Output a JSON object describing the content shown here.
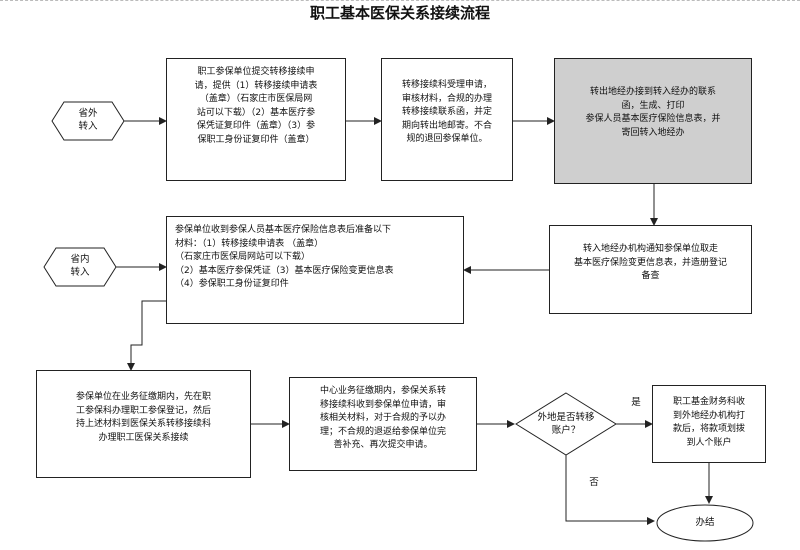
{
  "title": "职工基本医保关系接续流程",
  "nodes": {
    "outside_province": "省外\n转入",
    "inside_province": "省内\n转入",
    "box1": "职工参保单位提交转移接续申\n请，提供（1）转移接续申请表\n（盖章）（石家庄市医保局网\n站可以下载）（2）基本医疗参\n保凭证复印件（盖章）（3）参\n保职工身份证复印件（盖章）",
    "box2": "转移接续科受理申请，\n审核材料，合规的办理\n转移接续联系函，并定\n期向转出地邮寄。不合\n规的退回参保单位。",
    "box3": "转出地经办接到转入经办的联系\n函，生成、打印\n参保人员基本医疗保险信息表，并\n寄回转入地经办",
    "box4": "转入地经办机构通知参保单位取走\n基本医疗保险变更信息表，并造册登记\n备查",
    "box5": "参保单位收到参保人员基本医疗保险信息表后准备以下\n材料：（1）转移接续申请表 （盖章）\n（石家庄市医保局网站可以下载）\n（2）基本医疗参保凭证（3）基本医疗保险变更信息表\n（4）参保职工身份证复印件",
    "box6": "参保单位在业务征缴期内，先在职\n工参保科办理职工参保登记，然后\n持上述材料到医保关系转移接续科\n办理职工医保关系接续",
    "box7": "中心业务征缴期内，参保关系转\n移接续科收到参保单位申请，审\n核相关材料，对于合规的予以办\n理；不合规的退返给参保单位完\n善补充、再次提交申请。",
    "decision": "外地是否转移\n账户？",
    "box8": "职工基金财务科收\n到外地经办机构打\n款后，将款项划拨\n到人个账户",
    "end": "办结"
  },
  "labels": {
    "yes": "是",
    "no": "否"
  }
}
